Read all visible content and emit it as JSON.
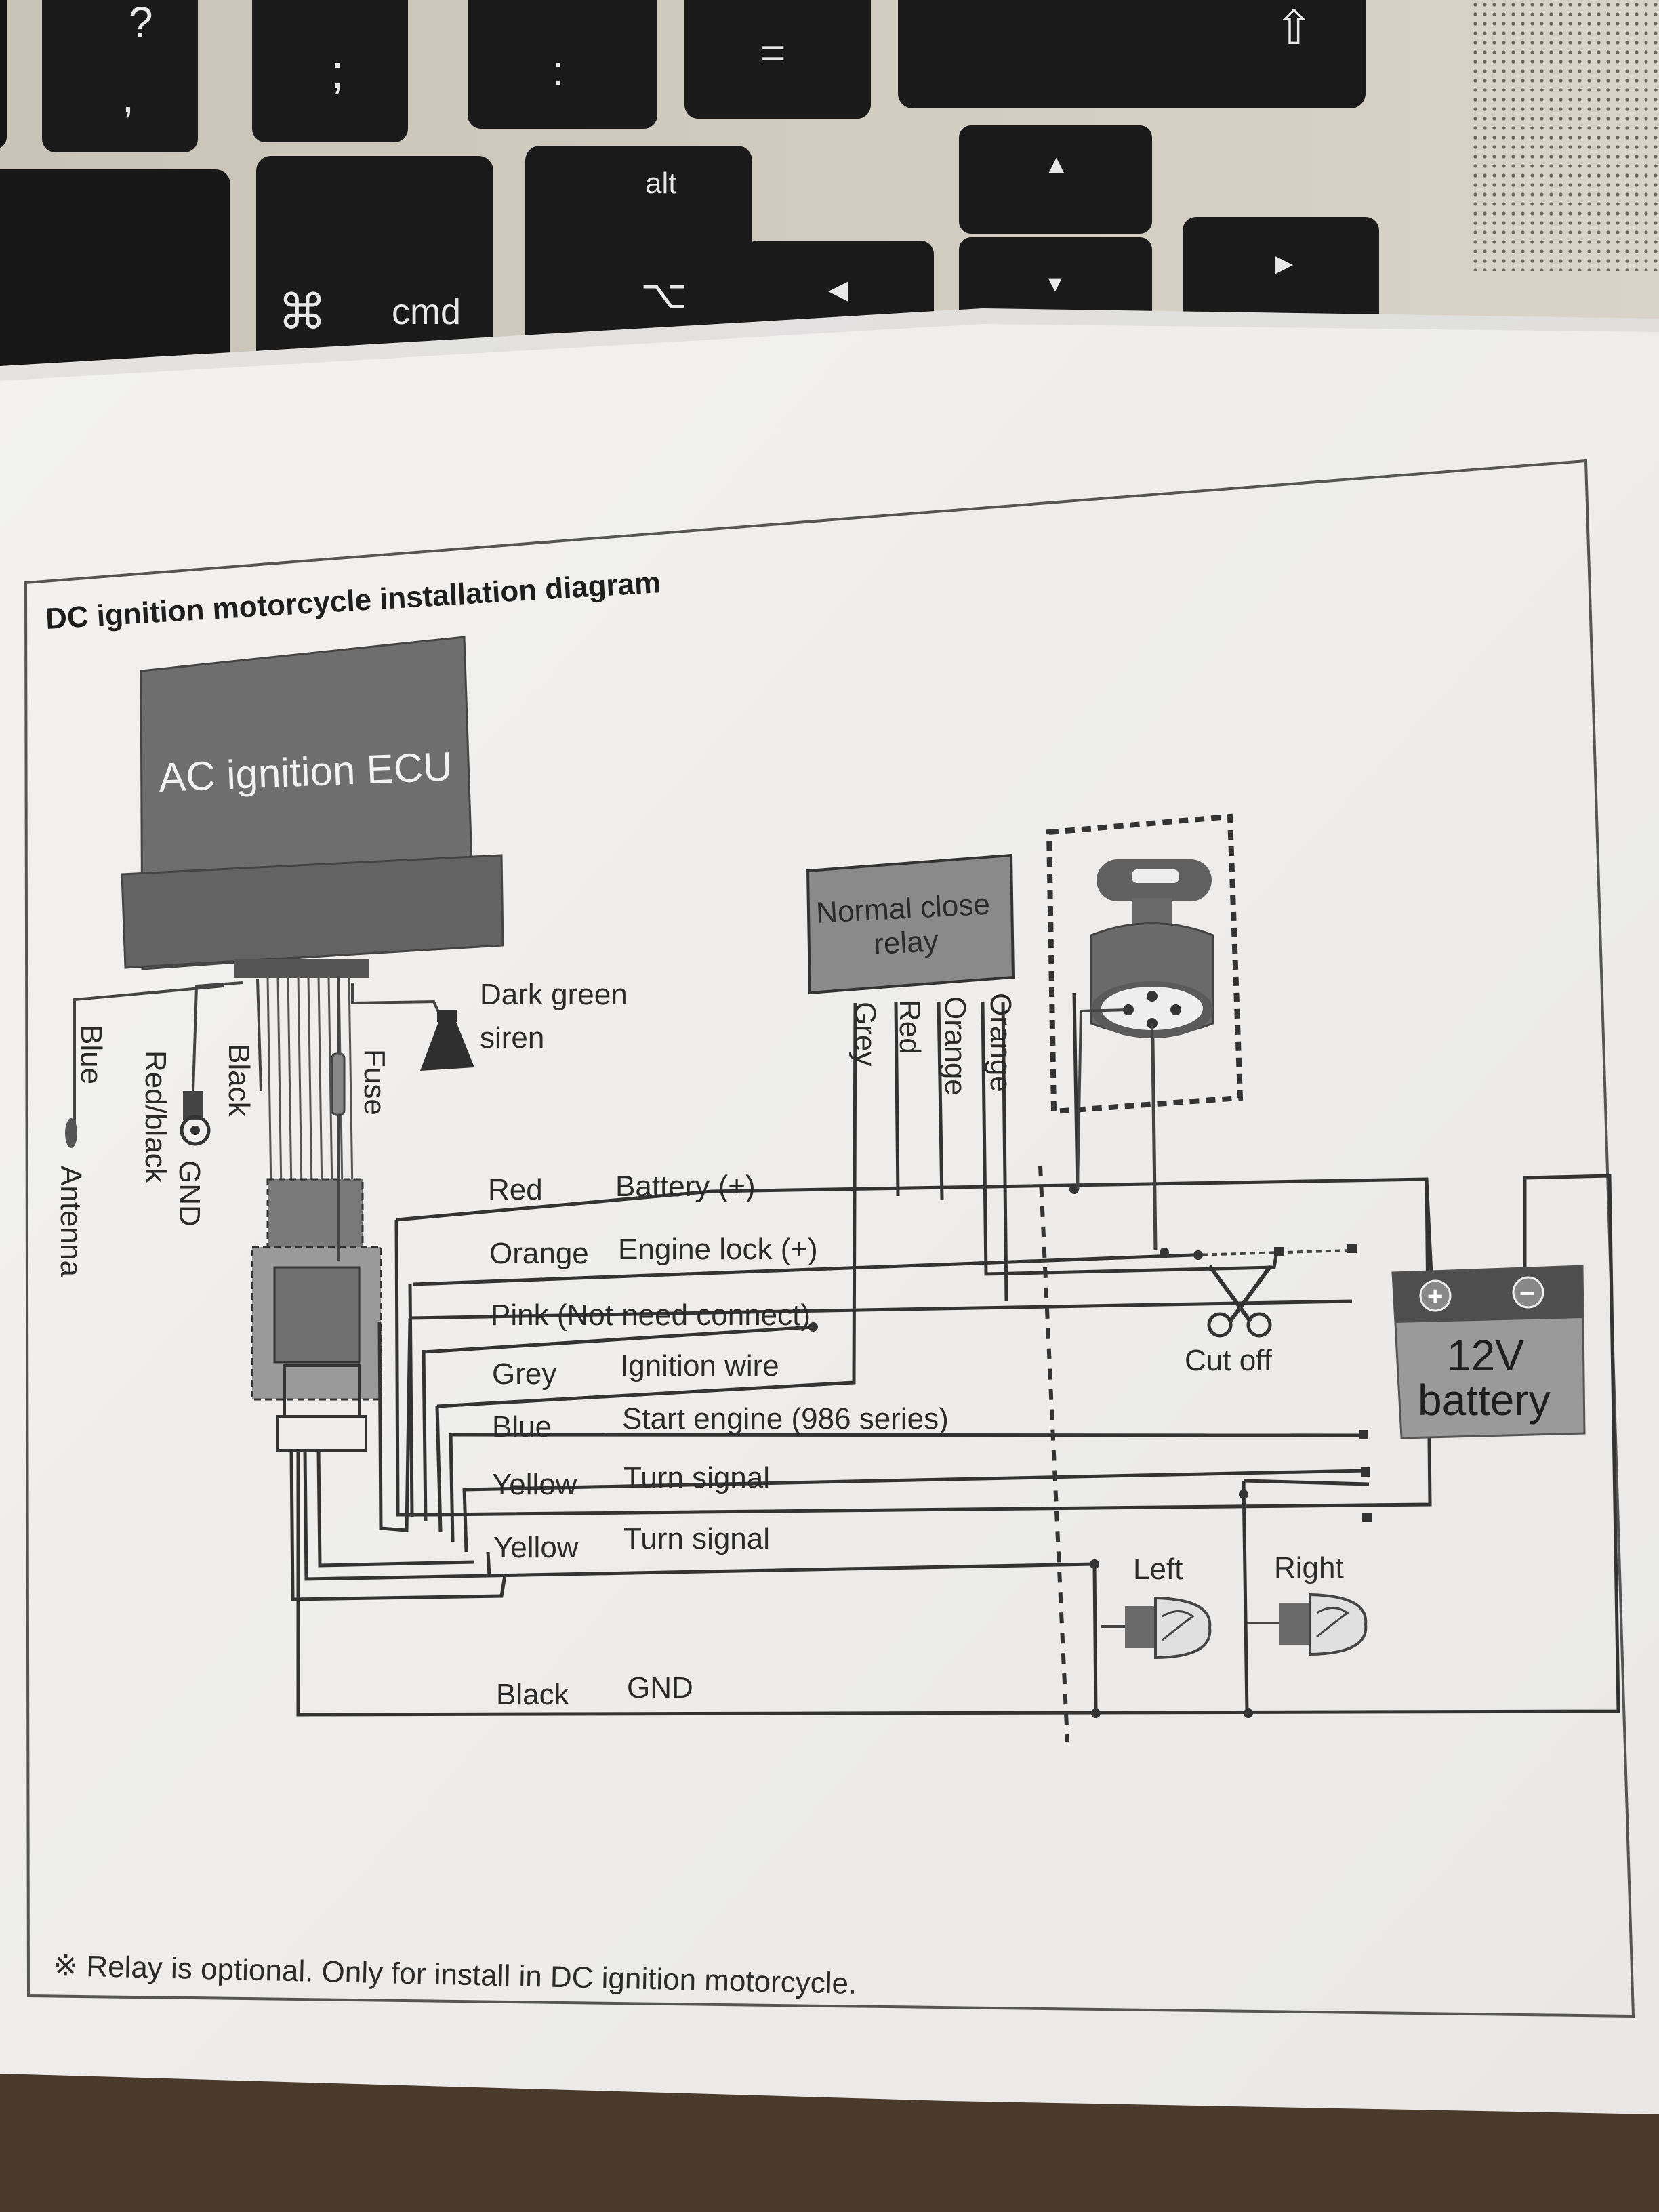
{
  "keyboard": {
    "keys": {
      "question": "?",
      "comma": ",",
      "semicolon": ";",
      "colon": ":",
      "equals": "=",
      "alt": "alt",
      "cmd_symbol": "⌘",
      "cmd": "cmd",
      "alt_symbol": "⌥",
      "shift_symbol": "⇧",
      "arrow_up": "▲",
      "arrow_left": "◀",
      "arrow_down": "▼",
      "arrow_right": "▶"
    }
  },
  "diagram": {
    "title": "DC ignition motorcycle installation diagram",
    "ecu_label": "AC ignition ECU",
    "siren_label_1": "Dark green",
    "siren_label_2": "siren",
    "relay_label_1": "Normal close",
    "relay_label_2": "relay",
    "relay_wires": [
      "Grey",
      "Red",
      "Orange",
      "Orange"
    ],
    "left_wires": {
      "blue": "Blue",
      "antenna": "Antenna",
      "red_black": "Red/black",
      "gnd": "GND",
      "black": "Black",
      "fuse": "Fuse"
    },
    "wire_rows": [
      {
        "color": "Red",
        "function": "Battery (+)"
      },
      {
        "color": "Orange",
        "function": "Engine lock (+)"
      },
      {
        "color": "Pink (Not need connect)",
        "function": ""
      },
      {
        "color": "Grey",
        "function": "Ignition wire"
      },
      {
        "color": "Blue",
        "function": "Start engine (986 series)"
      },
      {
        "color": "Yellow",
        "function": "Turn signal"
      },
      {
        "color": "Yellow",
        "function": "Turn signal"
      },
      {
        "color": "Black",
        "function": "GND"
      }
    ],
    "cut_off": "Cut off",
    "battery_label_1": "12V",
    "battery_label_2": "battery",
    "plus": "+",
    "minus": "−",
    "left_lamp": "Left",
    "right_lamp": "Right",
    "footnote": "※ Relay is optional. Only for install in DC ignition motorcycle."
  }
}
